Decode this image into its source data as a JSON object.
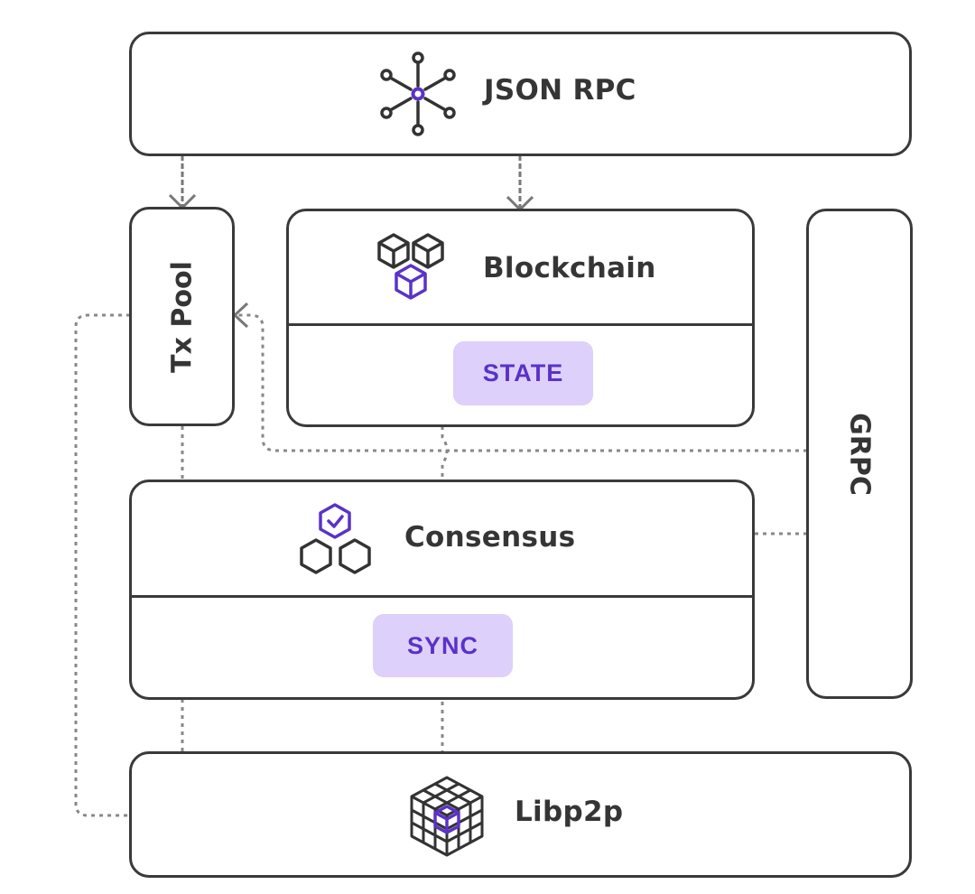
{
  "diagram": {
    "colors": {
      "stroke": "#3a3a3a",
      "accent": "#5a32c8",
      "badge_bg": "#ddd0fa",
      "connector": "#777777"
    },
    "nodes": {
      "json_rpc": {
        "label": "JSON RPC",
        "icon": "network-hub-icon"
      },
      "tx_pool": {
        "label": "Tx Pool"
      },
      "blockchain": {
        "label": "Blockchain",
        "icon": "cubes-icon",
        "badge": "STATE"
      },
      "grpc": {
        "label": "GRPC"
      },
      "consensus": {
        "label": "Consensus",
        "icon": "hexagons-check-icon",
        "badge": "SYNC"
      },
      "libp2p": {
        "label": "Libp2p",
        "icon": "grid-cube-icon"
      }
    },
    "edges": [
      {
        "from": "JSON RPC",
        "to": "Tx Pool",
        "style": "dashed-arrow"
      },
      {
        "from": "JSON RPC",
        "to": "Blockchain",
        "style": "dashed-arrow"
      },
      {
        "from": "GRPC",
        "to": "Tx Pool",
        "style": "dotted-arrow"
      },
      {
        "from": "Libp2p",
        "to": "Tx Pool",
        "style": "dotted"
      },
      {
        "from": "Tx Pool",
        "to": "Consensus",
        "style": "dotted"
      },
      {
        "from": "Blockchain",
        "to": "Consensus",
        "style": "dotted"
      },
      {
        "from": "Consensus",
        "to": "GRPC",
        "style": "dotted"
      },
      {
        "from": "Consensus",
        "to": "Libp2p",
        "style": "dotted"
      },
      {
        "from": "SYNC",
        "to": "Libp2p",
        "style": "dotted"
      }
    ]
  }
}
